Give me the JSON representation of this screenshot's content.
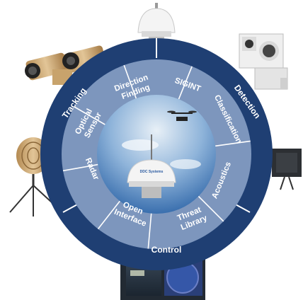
{
  "outer_ring": {
    "tracking": "Tracking",
    "detection": "Detection",
    "control": "Control"
  },
  "segments": {
    "direction_finding": [
      "Direction",
      "Finding"
    ],
    "sigint": "SIGINT",
    "classification": "Classification",
    "acoustics": "Acoustics",
    "threat_library": [
      "Threat",
      "Library"
    ],
    "open_interface": [
      "Open",
      "Interface"
    ],
    "radar": "Radar",
    "optical_sensor": [
      "Optical",
      "Sensor"
    ]
  },
  "center": {
    "dome_logo": "DDC Systems"
  },
  "colors": {
    "outer_ring": "#1f3f73",
    "segments": "#7d96bd",
    "segment_dividers": "#ffffff",
    "sky_top": "#3a73b8",
    "sky_bottom": "#dfe9f2"
  },
  "peripheral_icons": [
    "dome-sensor-icon",
    "ptz-camera-icon",
    "thermal-camera-icon",
    "radar-panel-icon",
    "directional-antenna-icon",
    "control-monitor-icon"
  ]
}
